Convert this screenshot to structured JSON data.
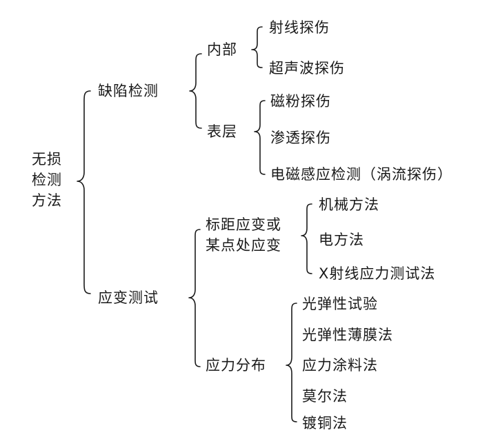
{
  "root": {
    "line1": "无损",
    "line2": "检测",
    "line3": "方法"
  },
  "defect": {
    "label": "缺陷检测",
    "internal": {
      "label": "内部",
      "items": [
        "射线探伤",
        "超声波探伤"
      ]
    },
    "surface": {
      "label": "表层",
      "items": [
        "磁粉探伤",
        "渗透探伤",
        "电磁感应检测（涡流探伤）"
      ]
    }
  },
  "strain": {
    "label": "应变测试",
    "point": {
      "line1": "标距应变或",
      "line2": "某点处应变",
      "items": [
        "机械方法",
        "电方法",
        "X射线应力测试法"
      ]
    },
    "distribution": {
      "label": "应力分布",
      "items": [
        "光弹性试验",
        "光弹性薄膜法",
        "应力涂料法",
        "莫尔法",
        "镀铜法"
      ]
    }
  },
  "colors": {
    "ink": "#1a1a1a",
    "background": "#ffffff"
  }
}
